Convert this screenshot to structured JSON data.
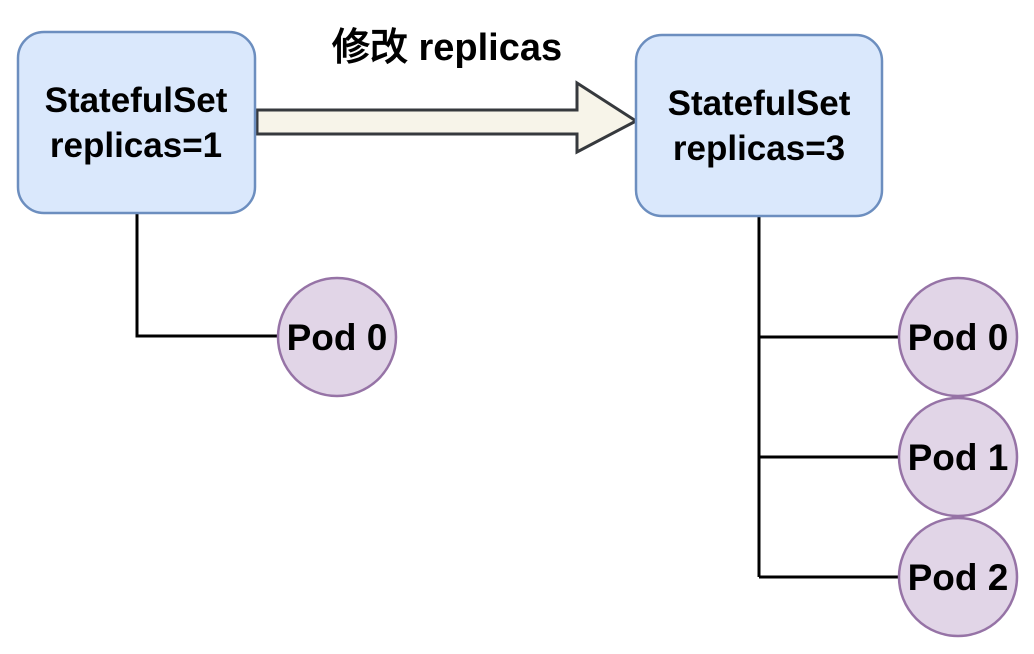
{
  "diagram": {
    "arrow_label": "修改 replicas",
    "left_statefulset": {
      "line1": "StatefulSet",
      "line2": "replicas=1"
    },
    "right_statefulset": {
      "line1": "StatefulSet",
      "line2": "replicas=3"
    },
    "left_pods": [
      {
        "label": "Pod 0"
      }
    ],
    "right_pods": [
      {
        "label": "Pod 0"
      },
      {
        "label": "Pod 1"
      },
      {
        "label": "Pod 2"
      }
    ],
    "colors": {
      "box_fill": "#dae8fc",
      "box_border": "#6c8ebf",
      "pod_fill": "#e1d5e7",
      "pod_border": "#9673a6",
      "arrow_fill": "#f7f4e9",
      "arrow_border": "#36393d",
      "connector": "#000000",
      "text": "#000000",
      "background": "#ffffff"
    }
  }
}
